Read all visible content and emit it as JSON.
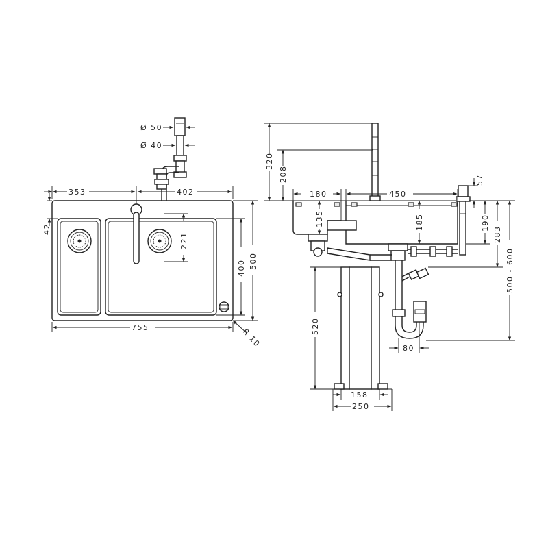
{
  "top_view": {
    "labels": {
      "d50": "Ø 50",
      "d40": "Ø 40",
      "w353": "353",
      "w402": "402",
      "h42": "42",
      "h221": "221",
      "h400": "400",
      "h500": "500",
      "w755": "755",
      "r10": "R 10"
    }
  },
  "side_view": {
    "labels": {
      "h320": "320",
      "h208": "208",
      "w180": "180",
      "w450": "450",
      "h57": "57",
      "h135": "135",
      "h185": "185",
      "h190": "190",
      "h283": "283",
      "h500_600": "500 - 600",
      "h520": "520",
      "w80": "80",
      "w158": "158",
      "w250": "250"
    }
  }
}
